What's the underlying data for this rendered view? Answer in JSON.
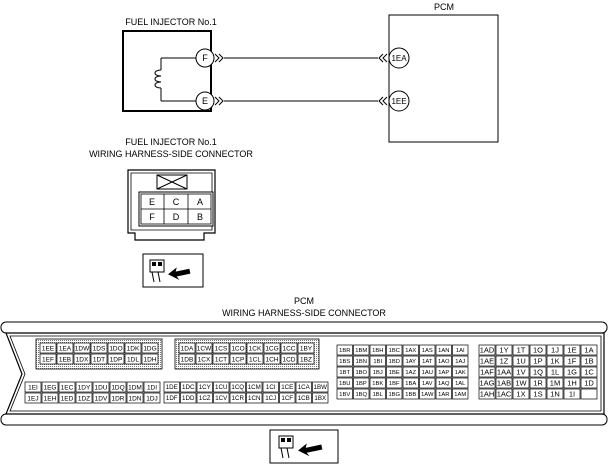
{
  "injector": {
    "title": "FUEL INJECTOR No.1",
    "terminals": [
      "F",
      "E"
    ]
  },
  "pcm": {
    "title": "PCM",
    "terminals": [
      "1EA",
      "1EE"
    ]
  },
  "injector_connector": {
    "title_line1": "FUEL INJECTOR No.1",
    "title_line2": "WIRING HARNESS-SIDE CONNECTOR",
    "pins_top": [
      "E",
      "C",
      "A"
    ],
    "pins_bottom": [
      "F",
      "D",
      "B"
    ]
  },
  "pcm_connector": {
    "title_line1": "PCM",
    "title_line2": "WIRING HARNESS-SIDE CONNECTOR",
    "block1": {
      "rows": [
        [
          "1EE",
          "1EA",
          "1DW",
          "1DS",
          "1DO",
          "1DK",
          "1DG"
        ],
        [
          "1EF",
          "1EB",
          "1DX",
          "1DT",
          "1DP",
          "1DL",
          "1DH"
        ]
      ]
    },
    "block2": {
      "rows": [
        [
          "1EI",
          "1EG",
          "1EC",
          "1DY",
          "1DU",
          "1DQ",
          "1DM",
          "1DI"
        ],
        [
          "1EJ",
          "1EH",
          "1ED",
          "1DZ",
          "1DV",
          "1DR",
          "1DN",
          "1DJ"
        ]
      ]
    },
    "block3": {
      "rows": [
        [
          "1DA",
          "1CW",
          "1CS",
          "1CO",
          "1CK",
          "1CG",
          "1CC",
          "1BY"
        ],
        [
          "1DB",
          "1CX",
          "1CT",
          "1CP",
          "1CL",
          "1CH",
          "1CD",
          "1BZ"
        ]
      ]
    },
    "block4": {
      "rows": [
        [
          "1DE",
          "1DC",
          "1CY",
          "1CU",
          "1CQ",
          "1CM",
          "1CI",
          "1CE",
          "1CA",
          "1BW"
        ],
        [
          "1DF",
          "1DD",
          "1CZ",
          "1CV",
          "1CR",
          "1CN",
          "1CJ",
          "1CF",
          "1CB",
          "1BX"
        ]
      ]
    },
    "block5": {
      "rows": [
        [
          "1BR",
          "1BM",
          "1BH",
          "1BC",
          "1AX",
          "1AS",
          "1AN",
          "1AI"
        ],
        [
          "1BS",
          "1BN",
          "1BI",
          "1BD",
          "1AY",
          "1AT",
          "1AO",
          "1AJ"
        ],
        [
          "1BT",
          "1BO",
          "1BJ",
          "1BE",
          "1AZ",
          "1AU",
          "1AP",
          "1AK"
        ],
        [
          "1BU",
          "1BP",
          "1BK",
          "1BF",
          "1BA",
          "1AV",
          "1AQ",
          "1AL"
        ],
        [
          "1BV",
          "1BQ",
          "1BL",
          "1BG",
          "1BB",
          "1AW",
          "1AR",
          "1AM"
        ]
      ]
    },
    "block6": {
      "rows": [
        [
          "1AD",
          "1Y",
          "1T",
          "1O",
          "1J",
          "1E",
          "1A"
        ],
        [
          "1AE",
          "1Z",
          "1U",
          "1P",
          "1K",
          "1F",
          "1B"
        ],
        [
          "1AF",
          "1AA",
          "1V",
          "1Q",
          "1L",
          "1G",
          "1C"
        ],
        [
          "1AG",
          "1AB",
          "1W",
          "1R",
          "1M",
          "1H",
          "1D"
        ],
        [
          "1AH",
          "1AC",
          "1X",
          "1S",
          "1N",
          "1I",
          ""
        ]
      ]
    }
  }
}
